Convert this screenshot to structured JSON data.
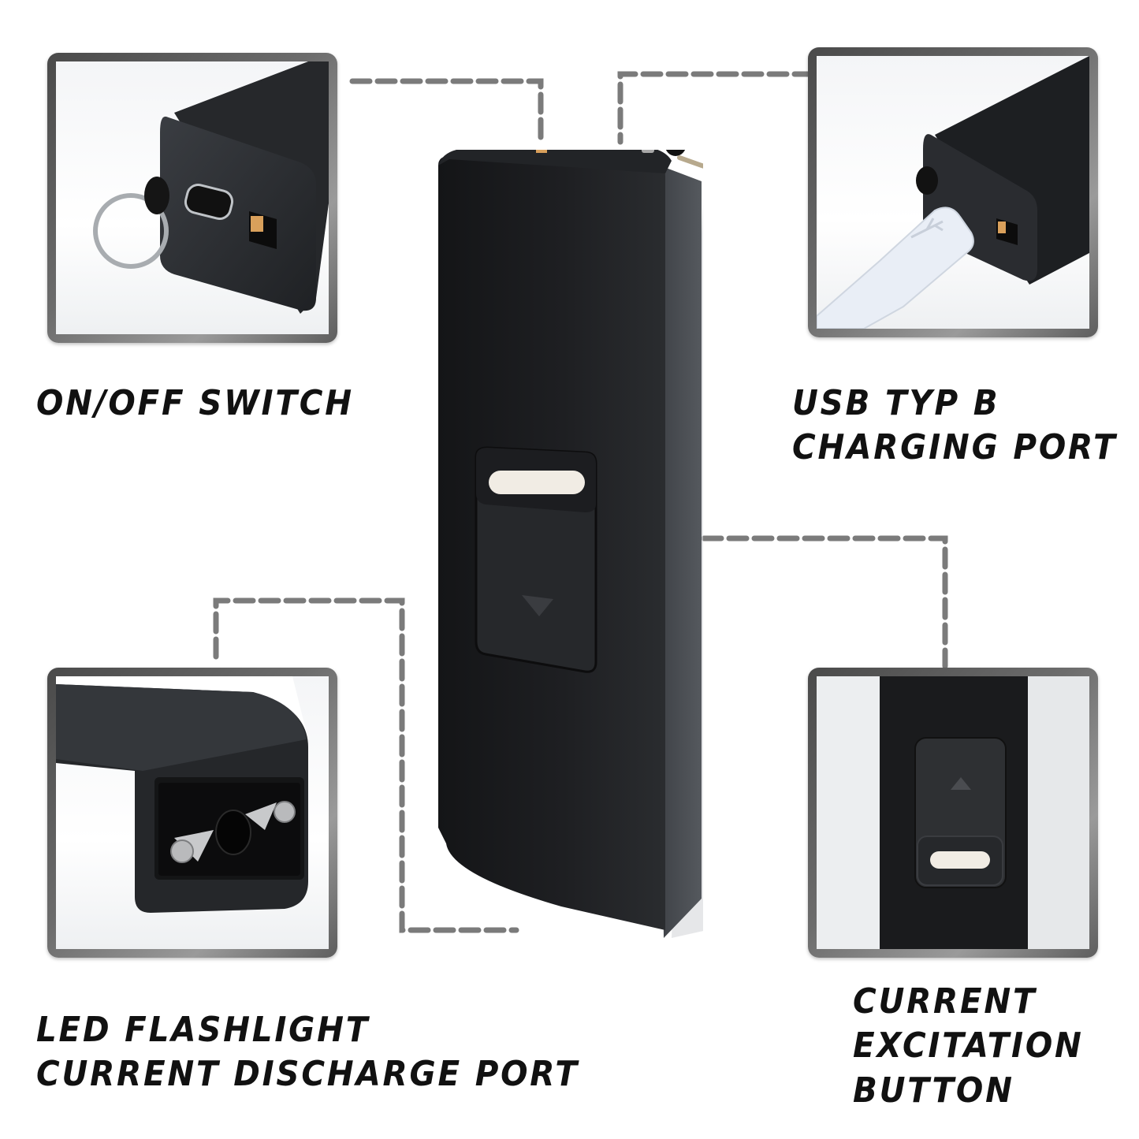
{
  "labels": {
    "on_off_switch": {
      "lines": [
        "ON/OFF SWITCH"
      ]
    },
    "usb_port": {
      "lines": [
        "USB TYP B",
        "CHARGING PORT"
      ]
    },
    "led_flashlight": {
      "lines": [
        "LED FLASHLIGHT",
        "CURRENT DISCHARGE PORT"
      ]
    },
    "excitation_button": {
      "lines": [
        "CURRENT",
        "EXCITATION",
        "BUTTON"
      ]
    }
  },
  "panels": [
    {
      "id": "switch-detail",
      "depicts": "device end with keyring, micro-USB port and orange slide switch"
    },
    {
      "id": "usb-detail",
      "depicts": "white USB cable plugged into device charging port"
    },
    {
      "id": "discharge-detail",
      "depicts": "device front end with two electrode screws"
    },
    {
      "id": "button-detail",
      "depicts": "device body close-up with slide button and white LED window"
    }
  ],
  "colors": {
    "connector": "#7b7b7b",
    "device_body": "#1c1d1f",
    "switch_accent": "#d9a05b",
    "led_window": "#f1ece4",
    "text": "#111111"
  }
}
